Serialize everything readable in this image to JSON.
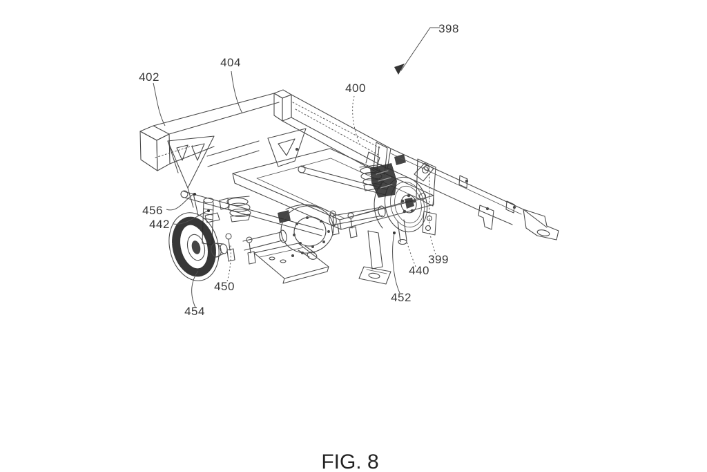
{
  "figure": {
    "caption": "FIG. 8",
    "reference_numerals": {
      "n398": "398",
      "n399": "399",
      "n400": "400",
      "n402": "402",
      "n404": "404",
      "n440": "440",
      "n442": "442",
      "n450": "450",
      "n452": "452",
      "n454": "454",
      "n456": "456"
    },
    "colors": {
      "line": "#4a4a4a",
      "dark_fill": "#2b2b2b",
      "label_text": "#383838",
      "background": "#ffffff"
    }
  }
}
